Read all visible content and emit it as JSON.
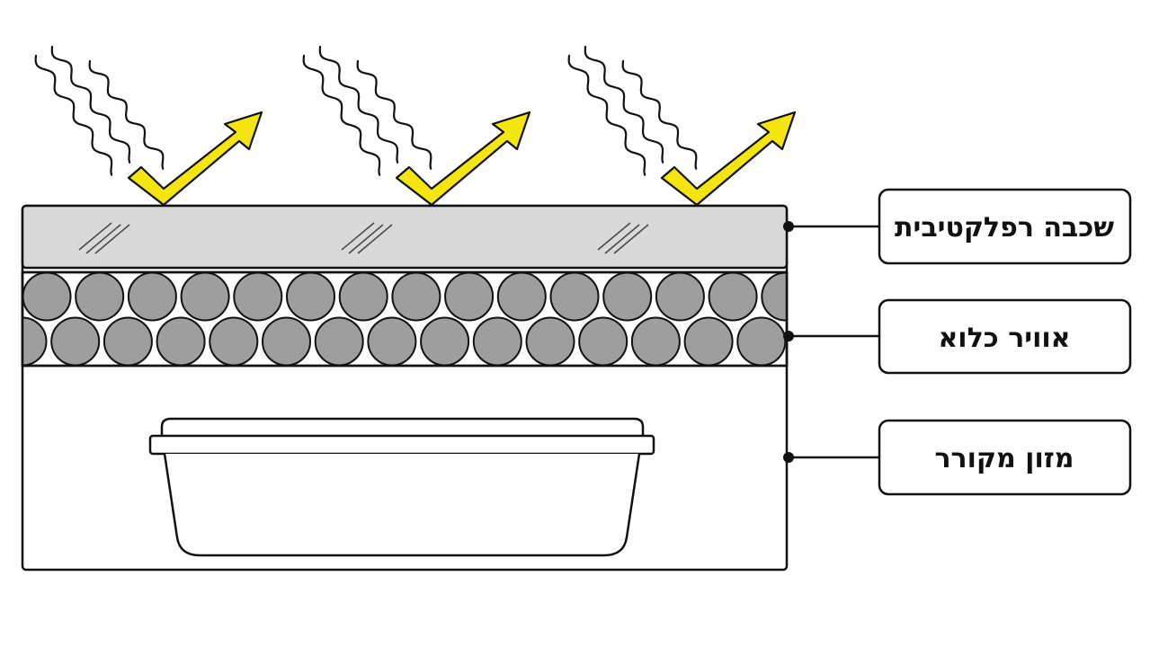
{
  "labels": {
    "reflective_layer": "שכבה רפלקטיבית",
    "trapped_air": "אוויר כלוא",
    "cooled_food": "מזון מקורר"
  },
  "colors": {
    "outline": "#111111",
    "reflective_fill": "#d9d9d9",
    "bubble_fill": "#9e9e9e",
    "arrow_fill": "#f5e50f",
    "background": "#ffffff"
  },
  "icons": {
    "incoming": "wavy-heat-lines-icon",
    "reflected": "reflected-arrow-icon"
  }
}
